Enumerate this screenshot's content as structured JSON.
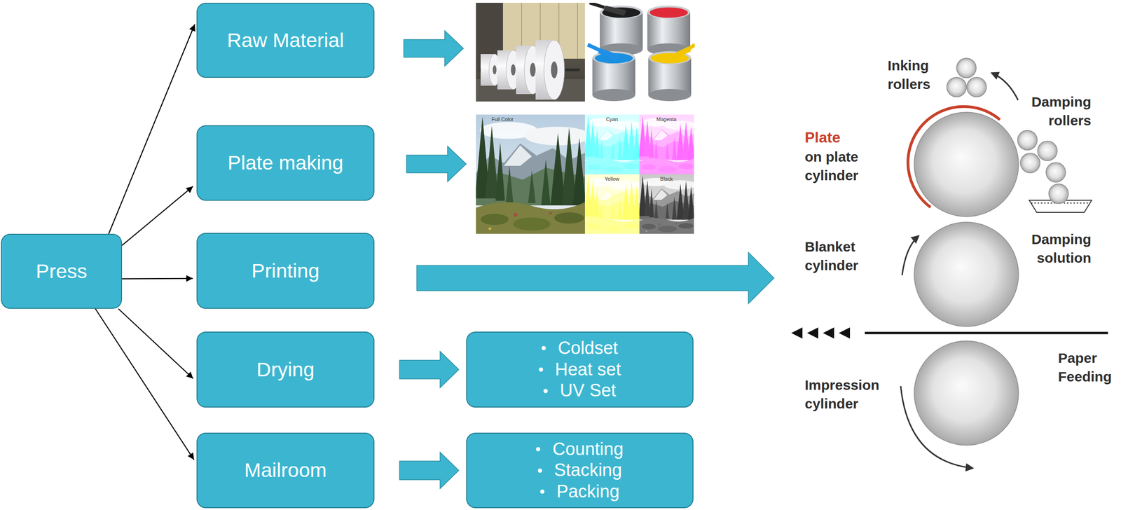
{
  "diagram": {
    "nodes": [
      {
        "text": [
          "Press"
        ]
      },
      {
        "text": [
          "Raw Material"
        ]
      },
      {
        "text": [
          "Plate making"
        ]
      },
      {
        "text": [
          "Printing"
        ]
      },
      {
        "text": [
          "Drying"
        ]
      },
      {
        "text": [
          "Coldset",
          "Heat set",
          "UV Set"
        ]
      },
      {
        "text": [
          "Mailroom"
        ]
      },
      {
        "text": [
          "Counting",
          "Stacking",
          "Packing"
        ]
      }
    ],
    "edges": [
      {
        "from": 0,
        "to": 1,
        "arrow": "to"
      },
      {
        "from": 0,
        "to": 2,
        "arrow": "to"
      },
      {
        "from": 0,
        "to": 3,
        "arrow": "to"
      },
      {
        "from": 0,
        "to": 4,
        "arrow": "to"
      },
      {
        "from": 0,
        "to": 6,
        "arrow": "to"
      },
      {
        "from": 4,
        "to": 5,
        "arrow": "to"
      },
      {
        "from": 6,
        "to": 7,
        "arrow": "to"
      }
    ],
    "labels": [
      "Full Color",
      "Cyan",
      "Magenta",
      "Yellow",
      "Black",
      "Inking rollers",
      "Damping rollers",
      "Plate",
      "on plate cylinder",
      "Blanket cylinder",
      "Damping solution",
      "Impression cylinder",
      "Paper Feeding"
    ]
  }
}
